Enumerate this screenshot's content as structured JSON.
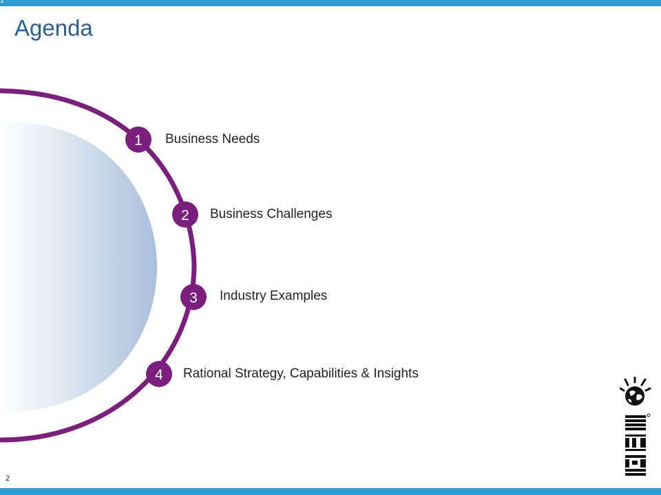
{
  "slide": {
    "corner_number": "2",
    "title": "Agenda",
    "page_number": "2"
  },
  "agenda": {
    "items": [
      {
        "number": "1",
        "label": "Business Needs"
      },
      {
        "number": "2",
        "label": "Business Challenges"
      },
      {
        "number": "3",
        "label": "Industry Examples"
      },
      {
        "number": "4",
        "label": "Rational Strategy, Capabilities & Insights"
      }
    ]
  },
  "colors": {
    "accent_bar": "#2f9bd3",
    "arc_purple": "#7b1f7e",
    "title_blue": "#2b5f93",
    "gradient_blue": "#a9c0dc"
  },
  "logo": {
    "brand": "IBM",
    "icon": "ibm-smarter-planet-logo"
  }
}
